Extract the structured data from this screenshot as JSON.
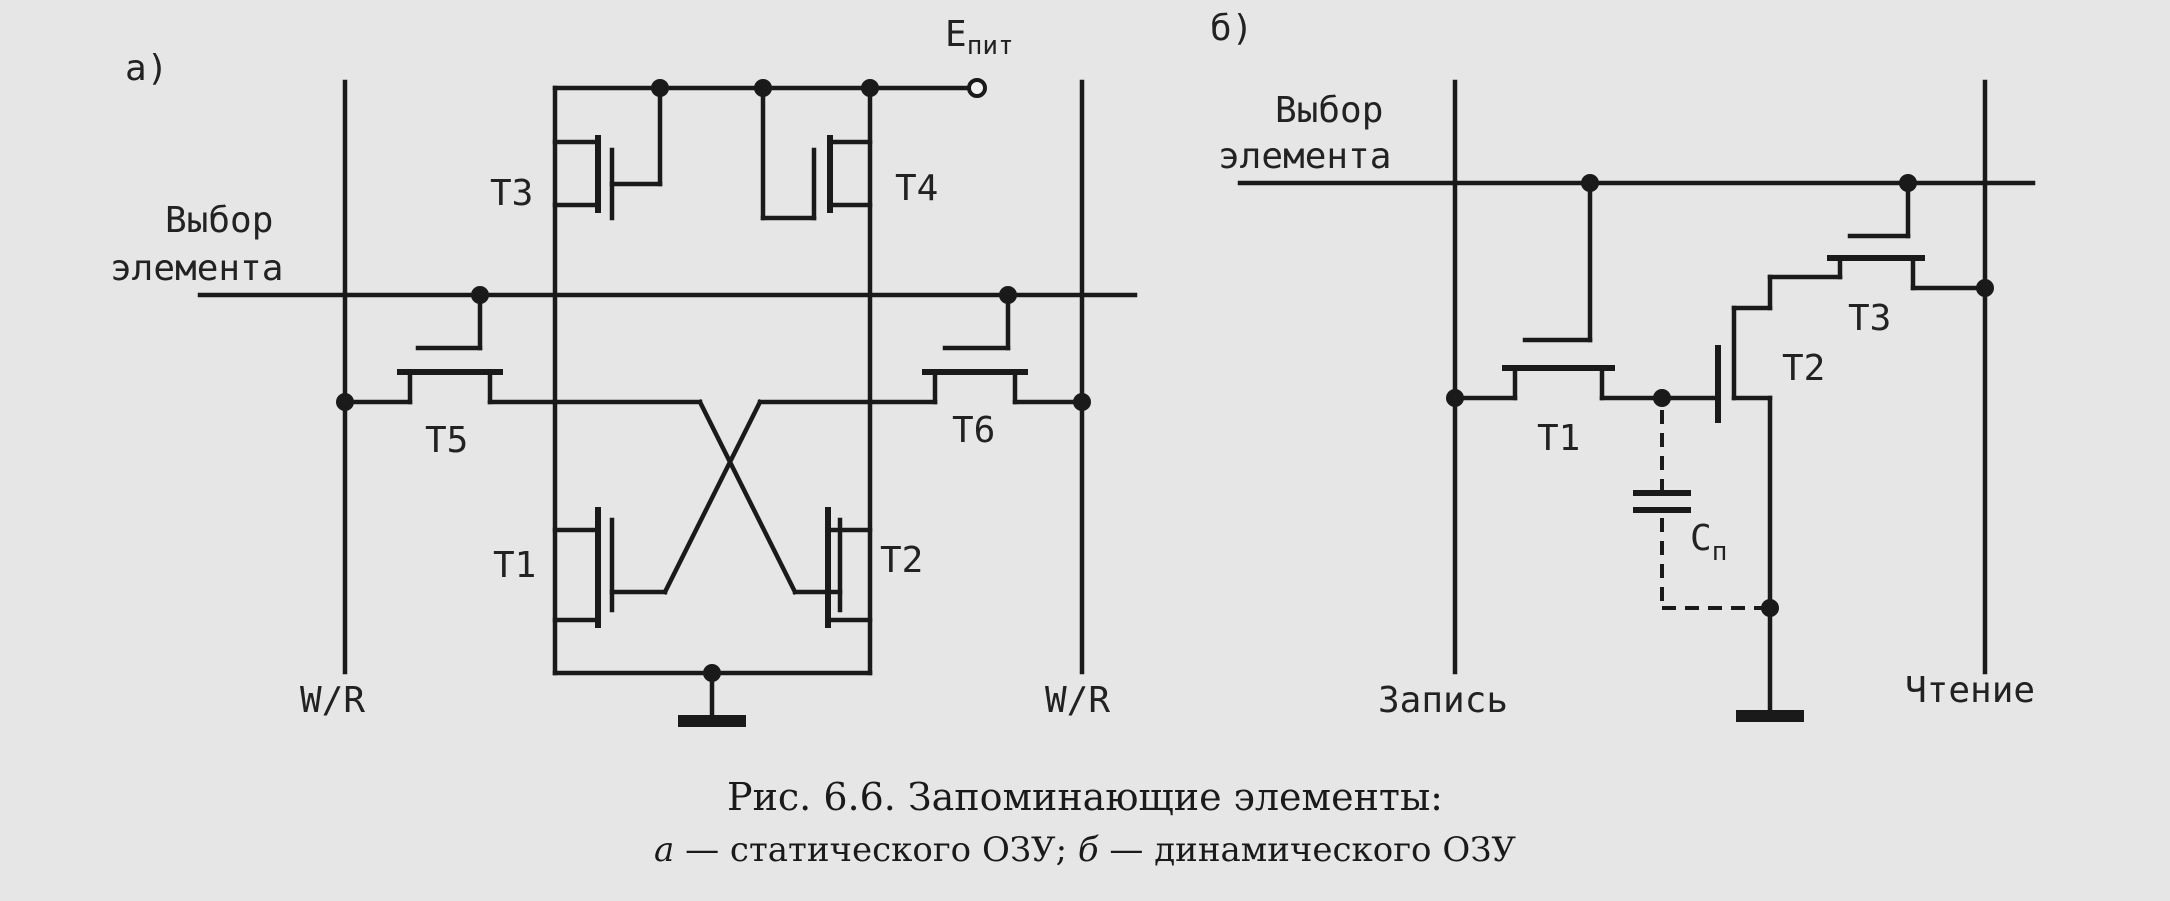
{
  "panel_a": {
    "letter": "а)",
    "supply": {
      "main": "E",
      "sub": "пит"
    },
    "select_line": [
      "Выбор",
      "элемента"
    ],
    "transistors": {
      "t1": "T1",
      "t2": "T2",
      "t3": "T3",
      "t4": "T4",
      "t5": "T5",
      "t6": "T6"
    },
    "bitline_left": "W/R",
    "bitline_right": "W/R"
  },
  "panel_b": {
    "letter": "б)",
    "select_line": [
      "Выбор",
      "элемента"
    ],
    "transistors": {
      "t1": "T1",
      "t2": "T2",
      "t3": "T3"
    },
    "capacitor": {
      "main": "C",
      "sub": "п"
    },
    "write_line": "Запись",
    "read_line": "Чтение"
  },
  "caption": {
    "line1": "Рис. 6.6. Запоминающие элементы:",
    "a_letter": "а",
    "a_text": " — статического ОЗУ; ",
    "b_letter": "б",
    "b_text": " — динамического ОЗУ"
  }
}
